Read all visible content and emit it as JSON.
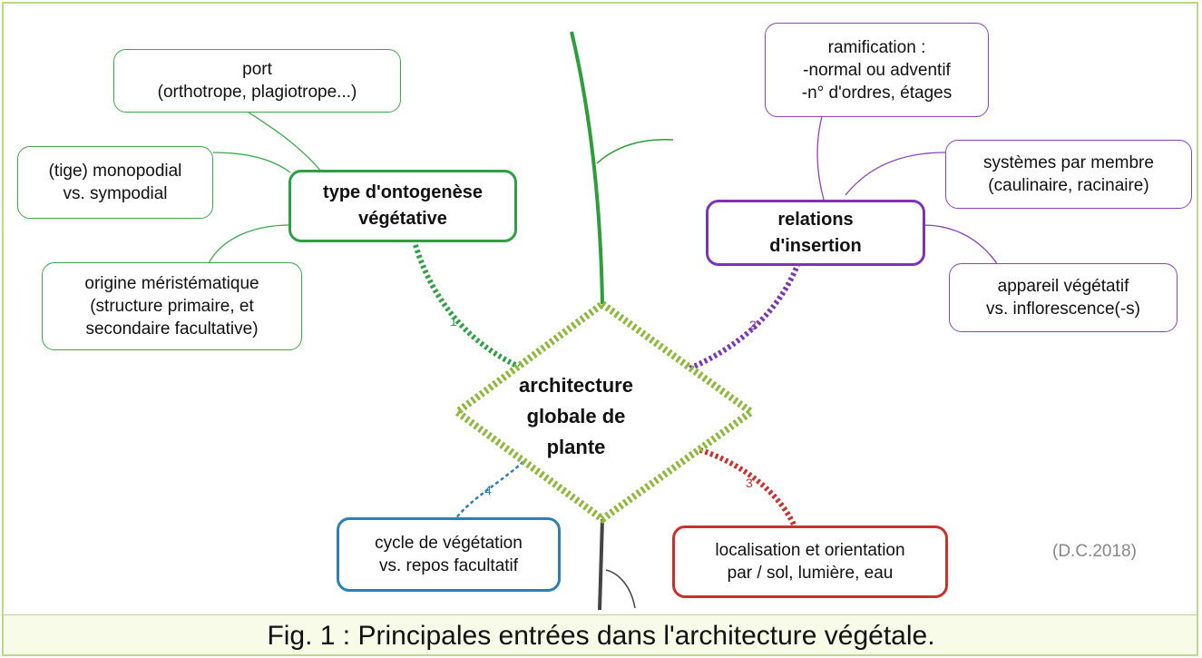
{
  "center": {
    "lines": [
      "architecture",
      "globale de",
      "plante"
    ]
  },
  "branches": [
    {
      "number": "1",
      "color": "#2f9e44",
      "title": [
        "type d'ontogenèse",
        "végétative"
      ],
      "leaves": [
        [
          "port",
          "(orthotrope, plagiotrope...)"
        ],
        [
          "(tige) monopodial",
          "vs. sympodial"
        ],
        [
          "origine méristématique",
          "(structure primaire, et",
          "secondaire facultative)"
        ]
      ]
    },
    {
      "number": "2",
      "color": "#7a35b5",
      "title": [
        "relations",
        "d'insertion"
      ],
      "leaves": [
        [
          "ramification :",
          "-normal ou adventif",
          "-n° d'ordres, étages"
        ],
        [
          "systèmes par membre",
          "(caulinaire, racinaire)"
        ],
        [
          "appareil végétatif",
          "vs. inflorescence(-s)"
        ]
      ]
    },
    {
      "number": "3",
      "color": "#c9312c",
      "title": [
        "localisation et orientation",
        "par / sol, lumière, eau"
      ]
    },
    {
      "number": "4",
      "color": "#2b80b6",
      "title": [
        "cycle de végétation",
        "vs. repos facultatif"
      ]
    }
  ],
  "credit": "(D.C.2018)",
  "caption": "Fig. 1 : Principales entrées dans l'architecture végétale.",
  "colors": {
    "frame": "#b8dc84",
    "center_border": "#8db83a",
    "stem": "#2e9e3c",
    "root": "#444444"
  }
}
